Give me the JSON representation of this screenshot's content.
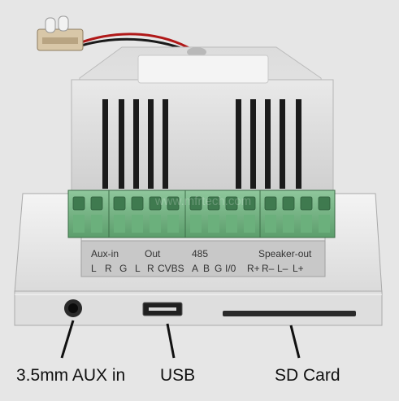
{
  "panel": {
    "groups": {
      "aux_in": "Aux-in",
      "out": "Out",
      "rs485": "485",
      "speaker_out": "Speaker-out"
    },
    "pins": [
      "L",
      "R",
      "G",
      "L",
      "R",
      "CVBS",
      "A",
      "B",
      "G",
      "I/0",
      "R+",
      "R–",
      "L–",
      "L+"
    ]
  },
  "callouts": {
    "aux": "3.5mm AUX in",
    "usb": "USB",
    "sd": "SD Card"
  },
  "watermark": "www.mfrtech.com"
}
